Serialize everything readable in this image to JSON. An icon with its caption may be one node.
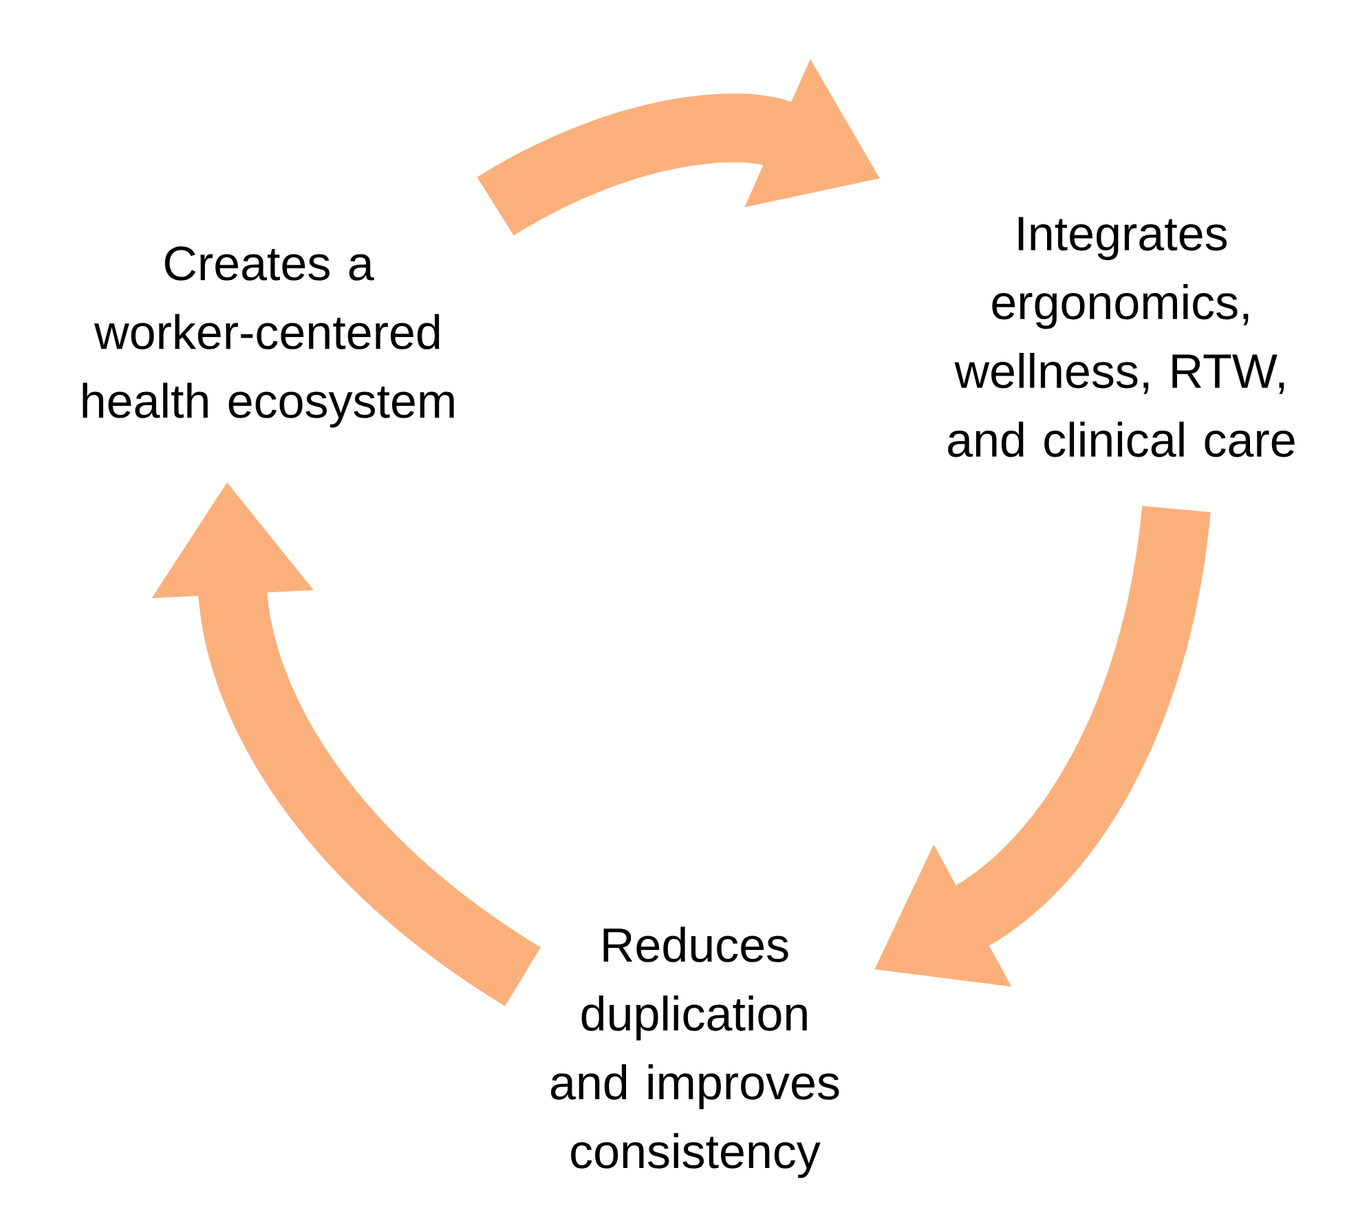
{
  "diagram": {
    "nodes": [
      {
        "text": [
          "Creates a worker-centered health ecosystem"
        ]
      },
      {
        "text": [
          "Integrates ergonomics, wellness, RTW, and clinical care"
        ]
      },
      {
        "text": [
          "Reduces duplication and improves consistency"
        ]
      }
    ],
    "edges": [
      {
        "from": 0,
        "to": 1,
        "arrow": "to"
      },
      {
        "from": 1,
        "to": 2,
        "arrow": "to"
      },
      {
        "from": 2,
        "to": 0,
        "arrow": "to"
      }
    ]
  }
}
